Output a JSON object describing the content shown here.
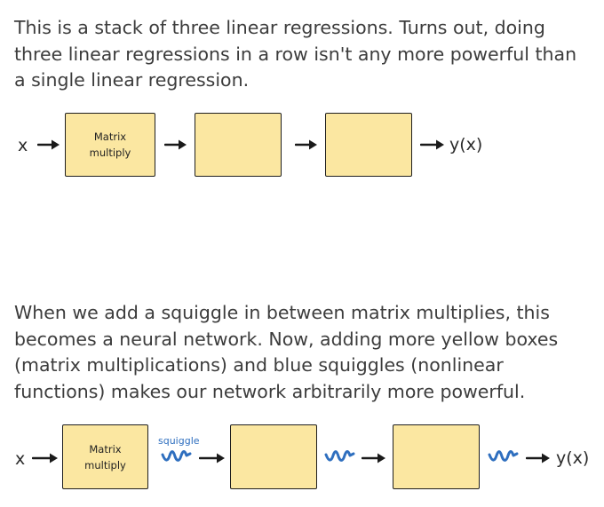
{
  "paragraph1": "This is a stack of three linear regressions. Turns out, doing three linear regressions in a row isn't any more powerful than a single linear regression.",
  "paragraph2": "When we add a squiggle in between matrix multiplies, this becomes a neural network. Now, adding more yellow boxes (matrix multiplications) and blue squiggles (nonlinear functions) makes our network arbitrarily more powerful.",
  "diagram1": {
    "input": "x",
    "output": "y(x)",
    "box_label_line1": "Matrix",
    "box_label_line2": "multiply"
  },
  "diagram2": {
    "input": "x",
    "output": "y(x)",
    "box_label_line1": "Matrix",
    "box_label_line2": "multiply",
    "squiggle_label": "squiggle"
  },
  "colors": {
    "box_fill": "#fbe7a1",
    "box_stroke": "#1f1f1f",
    "squiggle": "#2f6fbf",
    "text": "#3c3c3c"
  },
  "icons": [
    "arrow-right-icon",
    "squiggle-icon"
  ]
}
